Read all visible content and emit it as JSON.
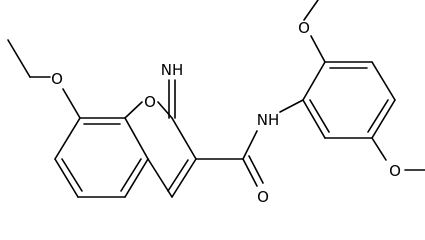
{
  "molecule": {
    "atom_labels": {
      "ring_oxygen": "O",
      "imine": "NH",
      "amide_nitrogen": "NH",
      "carbonyl_oxygen": "O",
      "ethoxy_oxygen": "O",
      "methoxy_oxygen_top": "O",
      "methoxy_oxygen_bottom": "O"
    }
  }
}
